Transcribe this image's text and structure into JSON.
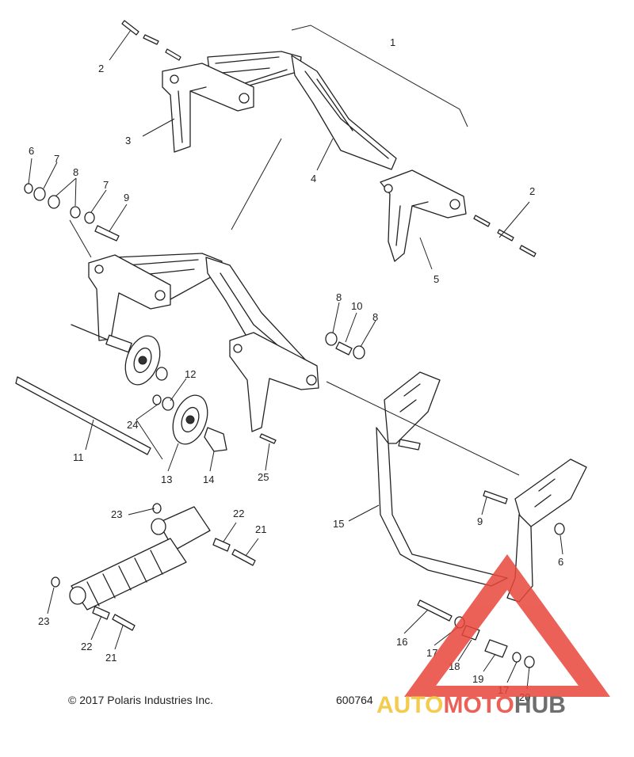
{
  "callouts": [
    {
      "id": "1",
      "text": "1"
    },
    {
      "id": "2a",
      "text": "2"
    },
    {
      "id": "2b",
      "text": "2"
    },
    {
      "id": "3",
      "text": "3"
    },
    {
      "id": "4",
      "text": "4"
    },
    {
      "id": "5",
      "text": "5"
    },
    {
      "id": "6a",
      "text": "6"
    },
    {
      "id": "6b",
      "text": "6"
    },
    {
      "id": "7a",
      "text": "7"
    },
    {
      "id": "7b",
      "text": "7"
    },
    {
      "id": "8a",
      "text": "8"
    },
    {
      "id": "8b",
      "text": "8"
    },
    {
      "id": "8c",
      "text": "8"
    },
    {
      "id": "9a",
      "text": "9"
    },
    {
      "id": "9b",
      "text": "9"
    },
    {
      "id": "10",
      "text": "10"
    },
    {
      "id": "11",
      "text": "11"
    },
    {
      "id": "12",
      "text": "12"
    },
    {
      "id": "13",
      "text": "13"
    },
    {
      "id": "14",
      "text": "14"
    },
    {
      "id": "15",
      "text": "15"
    },
    {
      "id": "16",
      "text": "16"
    },
    {
      "id": "17a",
      "text": "17"
    },
    {
      "id": "17b",
      "text": "17"
    },
    {
      "id": "18",
      "text": "18"
    },
    {
      "id": "19",
      "text": "19"
    },
    {
      "id": "20",
      "text": "20"
    },
    {
      "id": "21a",
      "text": "21"
    },
    {
      "id": "21b",
      "text": "21"
    },
    {
      "id": "22a",
      "text": "22"
    },
    {
      "id": "22b",
      "text": "22"
    },
    {
      "id": "23a",
      "text": "23"
    },
    {
      "id": "23b",
      "text": "23"
    },
    {
      "id": "24",
      "text": "24"
    },
    {
      "id": "25",
      "text": "25"
    }
  ],
  "footer": {
    "copyright": "© 2017 Polaris Industries Inc.",
    "diagram_number": "600764"
  },
  "watermark": {
    "part1": "AUTO",
    "part2": "MOTO",
    "part3": "HUB",
    "colors": {
      "auto": "#f2c230",
      "moto": "#e8463c",
      "hub": "#555555",
      "triangle": "#e8463c"
    }
  }
}
